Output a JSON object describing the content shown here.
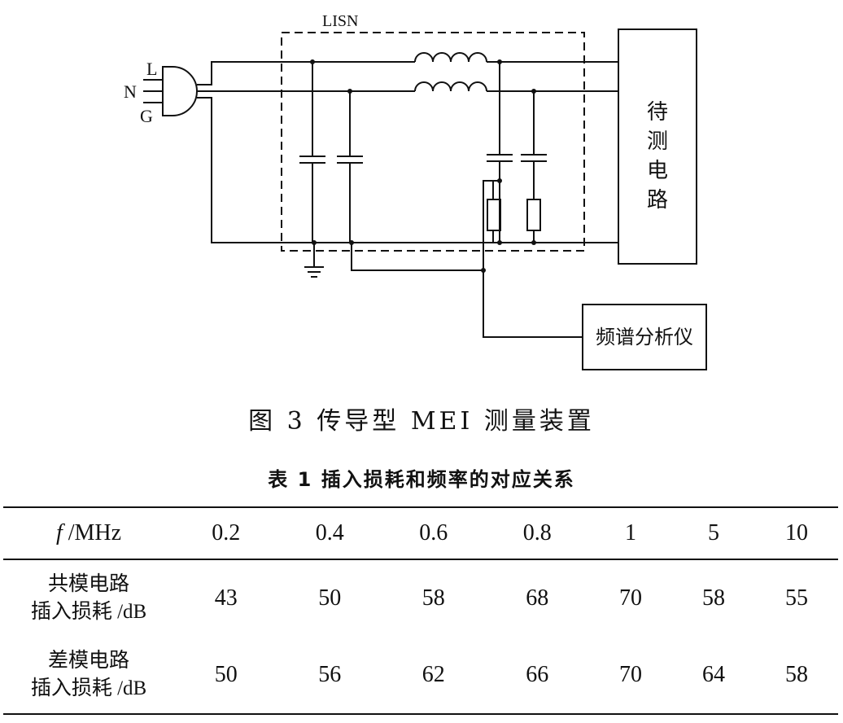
{
  "circuit": {
    "plug_labels": [
      "L",
      "N",
      "G"
    ],
    "lisn_label": "LISN",
    "device_chars": [
      "待",
      "测",
      "电",
      "路"
    ],
    "analyzer_label": "频谱分析仪"
  },
  "figure_caption": "图 3   传导型 MEI 测量装置",
  "table": {
    "title": "表 1   插入损耗和频率的对应关系",
    "header_var": "f",
    "header_unit": " /MHz",
    "frequencies": [
      "0.2",
      "0.4",
      "0.6",
      "0.8",
      "1",
      "5",
      "10"
    ],
    "rows": [
      {
        "label_line1": "共模电路",
        "label_line2": "插入损耗 /dB",
        "values": [
          "43",
          "50",
          "58",
          "68",
          "70",
          "58",
          "55"
        ]
      },
      {
        "label_line1": "差模电路",
        "label_line2": "插入损耗 /dB",
        "values": [
          "50",
          "56",
          "62",
          "66",
          "70",
          "64",
          "58"
        ]
      }
    ]
  }
}
